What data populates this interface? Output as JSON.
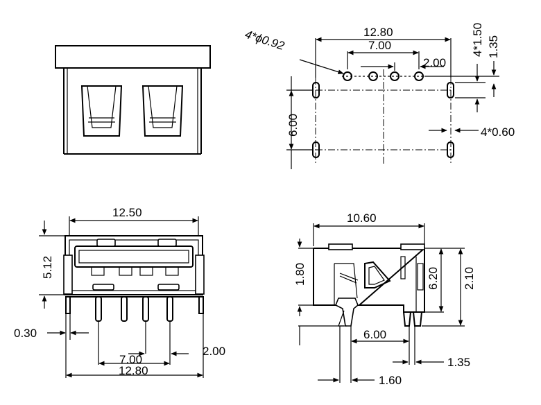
{
  "drawing": {
    "top_right": {
      "overall_width": "12.80",
      "pin_span": "7.00",
      "pin_pitch": "2.00",
      "hole_diameter": "4*ϕ0.92",
      "slot_length": "4*1.50",
      "slot_offset": "1.35",
      "slot_spacing": "6.00",
      "slot_width": "4*0.60"
    },
    "bottom_left": {
      "body_width": "12.50",
      "opening_height": "5.12",
      "pin_thickness": "0.30",
      "pin_span": "7.00",
      "pin_pitch": "2.00",
      "overall_width": "12.80"
    },
    "bottom_right": {
      "body_depth": "10.60",
      "left_height": "1.80",
      "body_height": "6.20",
      "total_height": "2.10",
      "leg_spacing": "6.00",
      "leg_offset": "1.35",
      "leg_width": "1.60"
    }
  }
}
